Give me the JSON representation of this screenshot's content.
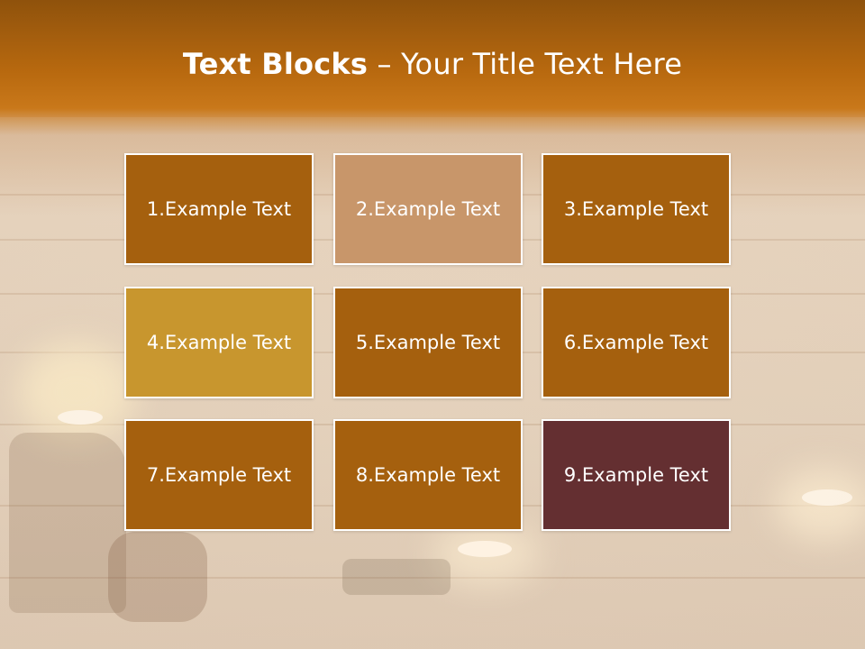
{
  "title": {
    "bold": "Text Blocks",
    "dash": " – ",
    "rest": "Your Title Text Here"
  },
  "blocks": [
    {
      "label": "1.Example Text",
      "color": "#a5600e"
    },
    {
      "label": "2.Example Text",
      "color": "#c8966a"
    },
    {
      "label": "3.Example Text",
      "color": "#a5600e"
    },
    {
      "label": "4.Example Text",
      "color": "#c8962e"
    },
    {
      "label": "5.Example Text",
      "color": "#a5600e"
    },
    {
      "label": "6.Example Text",
      "color": "#a5600e"
    },
    {
      "label": "7.Example Text",
      "color": "#a5600e"
    },
    {
      "label": "8.Example Text",
      "color": "#a5600e"
    },
    {
      "label": "9.Example Text",
      "color": "#642f31"
    }
  ]
}
